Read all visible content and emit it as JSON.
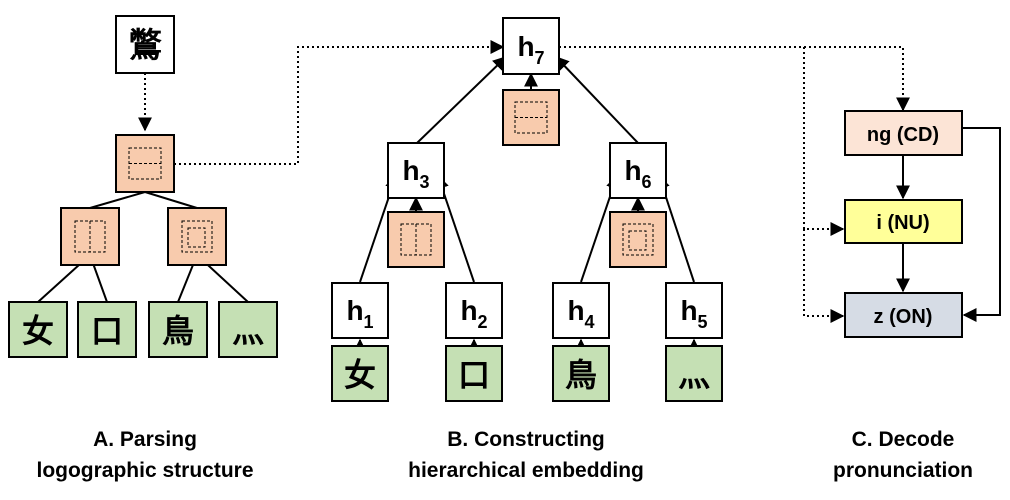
{
  "panel_a": {
    "root_char": "鷩",
    "leaves": [
      "女",
      "口",
      "鳥",
      "灬"
    ],
    "caption": [
      "A. Parsing",
      "logographic structure"
    ]
  },
  "panel_b": {
    "top": {
      "base": "h",
      "sub": "7"
    },
    "mid_left": {
      "base": "h",
      "sub": "3"
    },
    "mid_right": {
      "base": "h",
      "sub": "6"
    },
    "leaves": [
      {
        "base": "h",
        "sub": "1",
        "char": "女"
      },
      {
        "base": "h",
        "sub": "2",
        "char": "口"
      },
      {
        "base": "h",
        "sub": "4",
        "char": "鳥"
      },
      {
        "base": "h",
        "sub": "5",
        "char": "灬"
      }
    ],
    "caption": [
      "B. Constructing",
      "hierarchical embedding"
    ]
  },
  "panel_c": {
    "onset": "ng (CD)",
    "nucleus": "i (NU)",
    "coda": "z (ON)",
    "caption": [
      "C. Decode",
      "pronunciation"
    ]
  },
  "colors": {
    "struct_fill": "#f8cbad",
    "leaf_fill": "#c5e0b4",
    "onset_fill": "#fce4d6",
    "nucleus_fill": "#ffff99",
    "coda_fill": "#d6dce5",
    "stroke": "#000000"
  }
}
